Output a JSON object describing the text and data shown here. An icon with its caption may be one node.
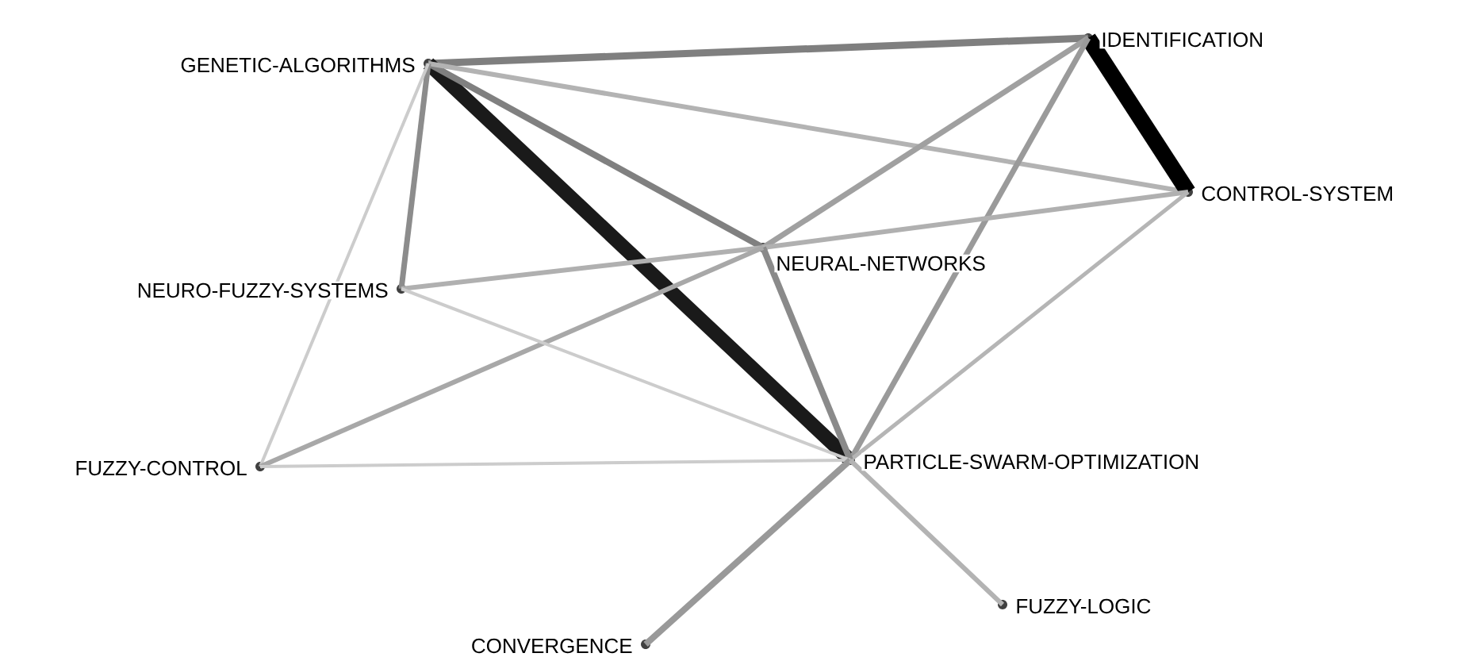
{
  "diagram": {
    "nodes": [
      {
        "text": [
          "GENETIC-ALGORITHMS"
        ]
      },
      {
        "text": [
          "IDENTIFICATION"
        ]
      },
      {
        "text": [
          "CONTROL-SYSTEM"
        ]
      },
      {
        "text": [
          "NEURAL-NETWORKS"
        ]
      },
      {
        "text": [
          "NEURO-FUZZY-SYSTEMS"
        ]
      },
      {
        "text": [
          "FUZZY-CONTROL"
        ]
      },
      {
        "text": [
          "PARTICLE-SWARM-OPTIMIZATION"
        ]
      },
      {
        "text": [
          "CONVERGENCE"
        ]
      },
      {
        "text": [
          "FUZZY-LOGIC"
        ]
      }
    ],
    "edges": [
      {
        "from": 0,
        "to": 1,
        "arrow": "none",
        "color": "#7f7f7f"
      },
      {
        "from": 0,
        "to": 6,
        "arrow": "none",
        "style": "thick",
        "color": "#1a1a1a"
      },
      {
        "from": 0,
        "to": 3,
        "arrow": "none",
        "color": "#808080"
      },
      {
        "from": 0,
        "to": 2,
        "arrow": "none",
        "color": "#b3b3b3"
      },
      {
        "from": 0,
        "to": 4,
        "arrow": "none",
        "color": "#8c8c8c"
      },
      {
        "from": 0,
        "to": 5,
        "arrow": "none",
        "color": "#cccccc"
      },
      {
        "from": 1,
        "to": 2,
        "arrow": "none",
        "style": "thick",
        "color": "#000000"
      },
      {
        "from": 1,
        "to": 3,
        "arrow": "none",
        "color": "#a0a0a0"
      },
      {
        "from": 1,
        "to": 6,
        "arrow": "none",
        "color": "#9a9a9a"
      },
      {
        "from": 2,
        "to": 3,
        "arrow": "none",
        "color": "#b0b0b0"
      },
      {
        "from": 2,
        "to": 6,
        "arrow": "none",
        "color": "#b5b5b5"
      },
      {
        "from": 3,
        "to": 6,
        "arrow": "none",
        "color": "#8a8a8a"
      },
      {
        "from": 3,
        "to": 4,
        "arrow": "none",
        "color": "#b0b0b0"
      },
      {
        "from": 3,
        "to": 5,
        "arrow": "none",
        "color": "#a8a8a8"
      },
      {
        "from": 4,
        "to": 6,
        "arrow": "none",
        "color": "#cccccc"
      },
      {
        "from": 5,
        "to": 6,
        "arrow": "none",
        "color": "#cccccc"
      },
      {
        "from": 6,
        "to": 7,
        "arrow": "none",
        "color": "#999999"
      },
      {
        "from": 6,
        "to": 8,
        "arrow": "none",
        "color": "#b3b3b3"
      }
    ]
  }
}
